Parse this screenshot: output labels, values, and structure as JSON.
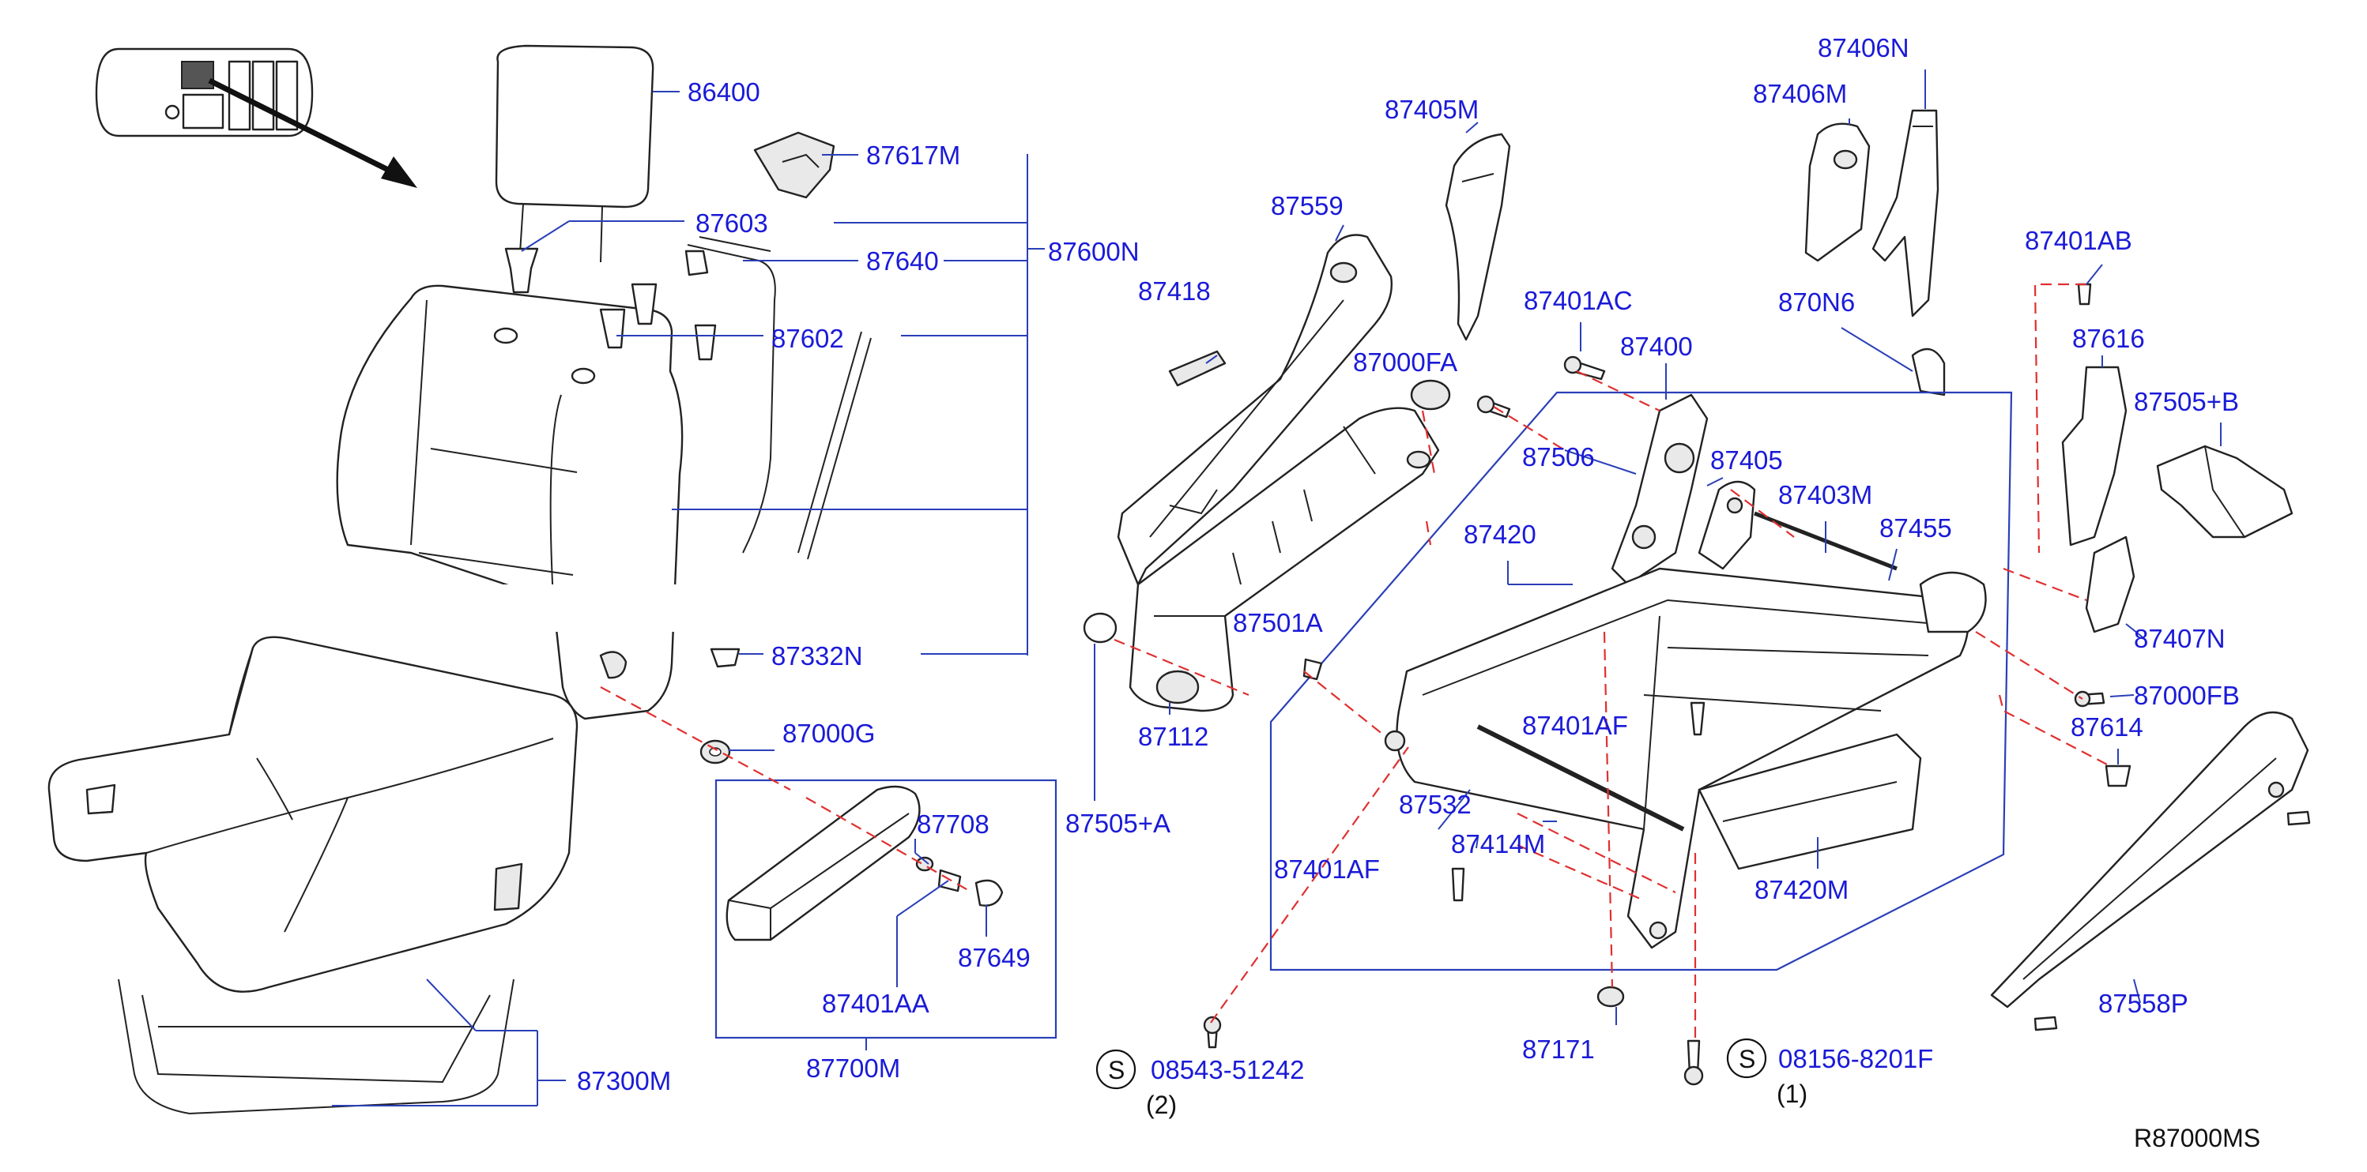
{
  "labels": {
    "p86400": "86400",
    "p87617M": "87617M",
    "p87603": "87603",
    "p87640": "87640",
    "p87600N": "87600N",
    "p87602": "87602",
    "p87332N": "87332N",
    "p87000G": "87000G",
    "p87708": "87708",
    "p87649": "87649",
    "p87401AA": "87401AA",
    "p87700M": "87700M",
    "p87300M": "87300M",
    "p87559": "87559",
    "p87418": "87418",
    "p87000FA": "87000FA",
    "p87405M": "87405M",
    "p87401AC": "87401AC",
    "p87112": "87112",
    "p87505A": "87505+A",
    "p87505A_partial": "87501A",
    "p87406N": "87406N",
    "p87406M": "87406M",
    "p870N6": "870N6",
    "p87400": "87400",
    "p87506": "87506",
    "p87405": "87405",
    "p87403M": "87403M",
    "p87420": "87420",
    "p87455": "87455",
    "p87401AB": "87401AB",
    "p87616": "87616",
    "p87505B": "87505+B",
    "p87407N": "87407N",
    "p87000FB": "87000FB",
    "p87614": "87614",
    "p87401AF_a": "87401AF",
    "p87532": "87532",
    "p87414M": "87414M",
    "p87401AF_b": "87401AF",
    "p87420M": "87420M",
    "p87171": "87171",
    "p87558P": "87558P",
    "p08543": "08543-51242",
    "q08543": "(2)",
    "p08156": "08156-8201F",
    "q08156": "(1)",
    "s_symbol_1": "S",
    "s_symbol_2": "S",
    "diagram_id": "R87000MS"
  },
  "colors": {
    "label": "#1a1ad8",
    "leader": "#2a3fb8",
    "hidden": "#e03030"
  }
}
